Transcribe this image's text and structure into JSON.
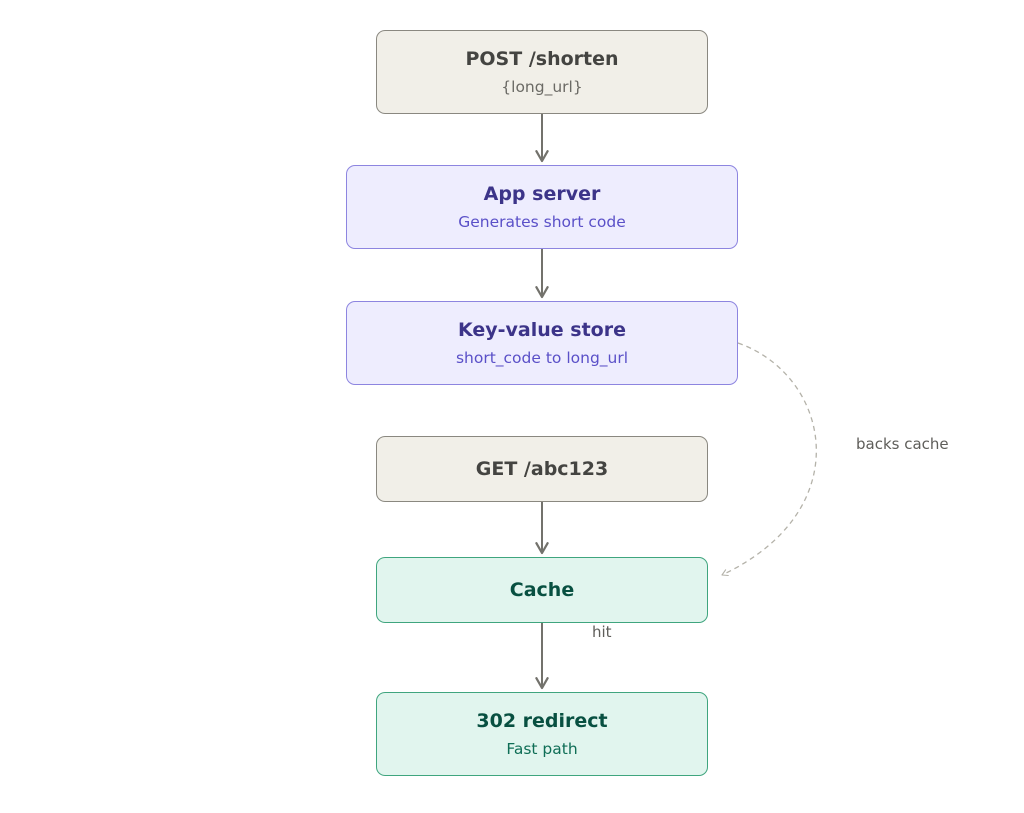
{
  "nodes": {
    "post_shorten": {
      "title": "POST /shorten",
      "subtitle": "{long_url}"
    },
    "app_server": {
      "title": "App server",
      "subtitle": "Generates short code"
    },
    "kv_store": {
      "title": "Key-value store",
      "subtitle": "short_code to long_url"
    },
    "get_request": {
      "title": "GET /abc123"
    },
    "cache": {
      "title": "Cache"
    },
    "redirect": {
      "title": "302 redirect",
      "subtitle": "Fast path"
    }
  },
  "edges": [
    {
      "from": "post_shorten",
      "to": "app_server",
      "label": ""
    },
    {
      "from": "app_server",
      "to": "kv_store",
      "label": ""
    },
    {
      "from": "get_request",
      "to": "cache",
      "label": ""
    },
    {
      "from": "cache",
      "to": "redirect",
      "label": "hit"
    },
    {
      "from": "kv_store",
      "to": "cache",
      "label": "backs cache",
      "style": "dashed"
    }
  ],
  "labels": {
    "backs_cache": "backs cache",
    "hit": "hit"
  },
  "colors": {
    "neutral_fill": "#f1efe8",
    "service_fill": "#eeedfe",
    "fast_fill": "#e1f5ee",
    "arrow": "#73726c",
    "dashed_arrow": "#b4b2a9"
  }
}
